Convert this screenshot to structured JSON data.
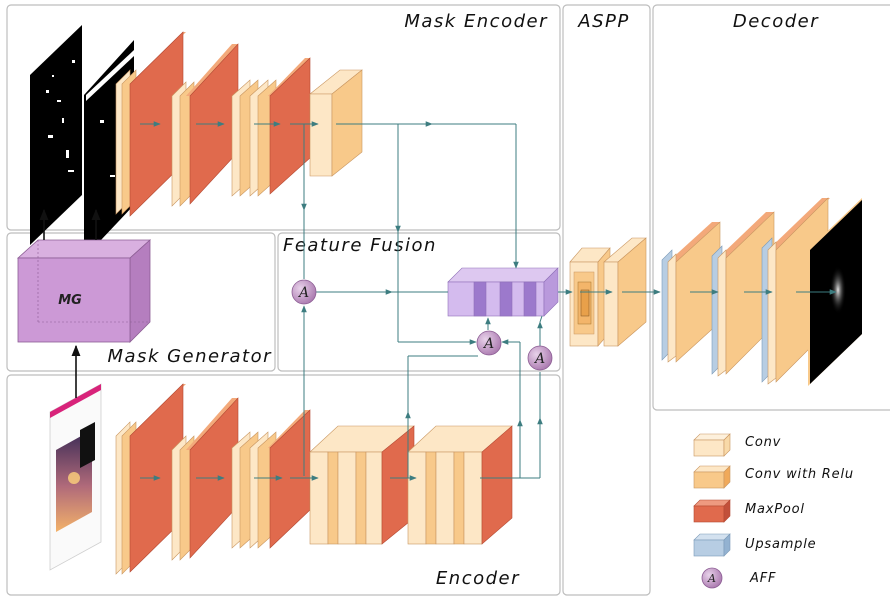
{
  "panels": {
    "mask_encoder": "Mask Encoder",
    "aspp": "ASPP",
    "decoder": "Decoder",
    "feature_fusion": "Feature Fusion",
    "mask_generator": "Mask Generator",
    "encoder": "Encoder"
  },
  "mg_block": {
    "label": "MG"
  },
  "aff_node": {
    "label": "A"
  },
  "legend": {
    "items": [
      {
        "label": "Conv",
        "kind": "conv",
        "color": "#fde7c6"
      },
      {
        "label": "Conv with Relu",
        "kind": "conv-relu",
        "color": "#f8c98a"
      },
      {
        "label": "MaxPool",
        "kind": "maxpool",
        "color": "#e06a4d"
      },
      {
        "label": "Upsample",
        "kind": "upsample",
        "color": "#b7cde3"
      },
      {
        "label": "AFF",
        "kind": "aff",
        "color": "#c08fc1"
      }
    ]
  },
  "colors": {
    "conv": "#fde7c6",
    "conv_relu": "#f8c98a",
    "maxpool": "#e06a4d",
    "upsample": "#b7cde3",
    "aff": "#c08fc1",
    "fusion": "#c9abe6",
    "mg": "#cc99d6",
    "arrow": "#3d7d80",
    "panel_border": "#bdbdbd"
  }
}
